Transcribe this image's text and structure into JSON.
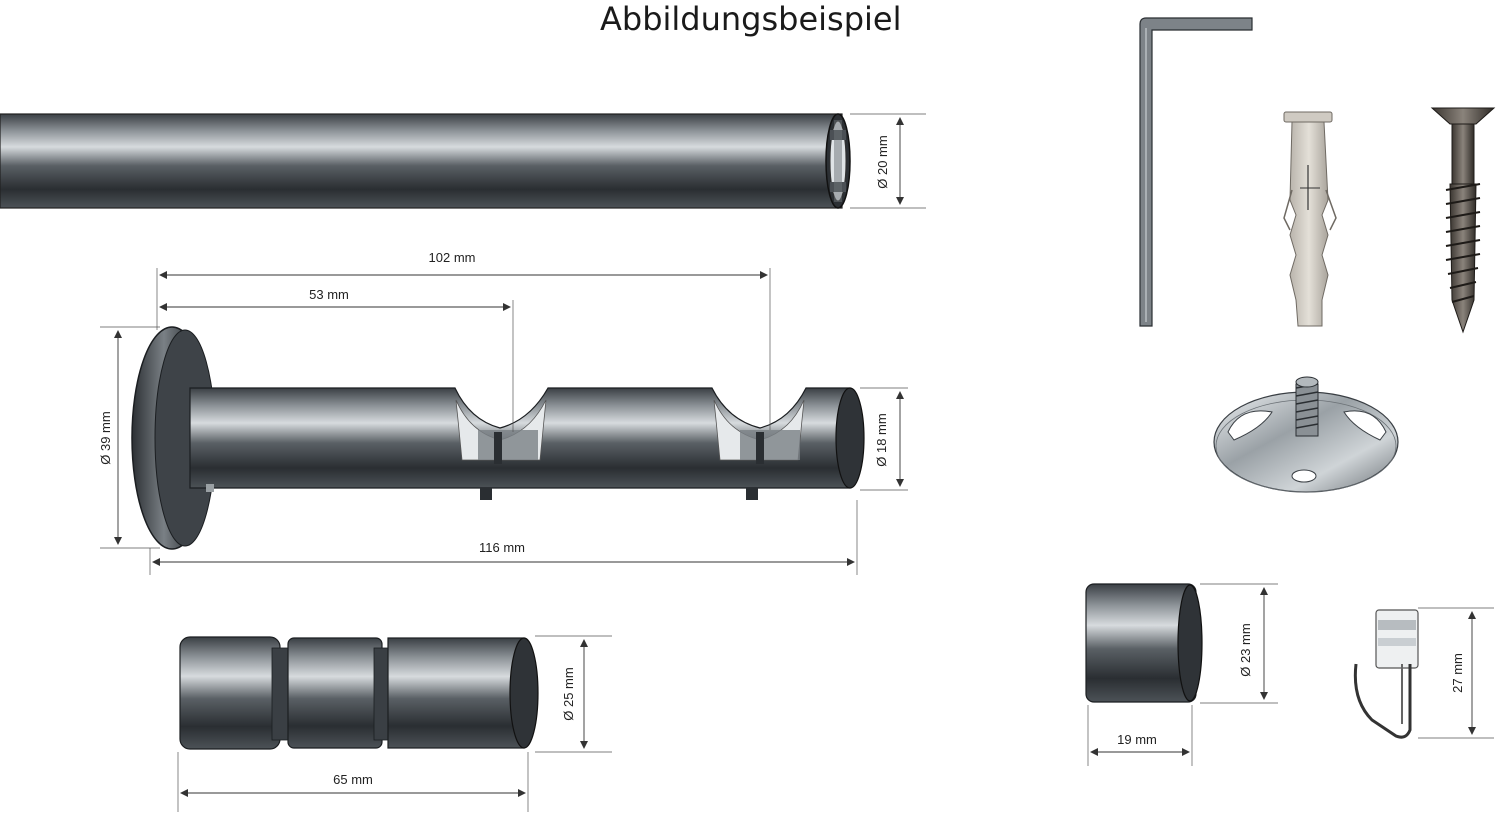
{
  "title": "Abbildungsbeispiel",
  "rod": {
    "diameter_label": "Ø 20 mm"
  },
  "bracket": {
    "length_102_label": "102 mm",
    "length_53_label": "53 mm",
    "plate_diameter_label": "Ø 39 mm",
    "tube_diameter_label": "Ø 18 mm",
    "length_116_label": "116 mm"
  },
  "finial": {
    "diameter_label": "Ø 25 mm",
    "length_label": "65 mm"
  },
  "endcap": {
    "diameter_label": "Ø 23 mm",
    "length_label": "19 mm"
  },
  "glider": {
    "height_label": "27 mm"
  },
  "colors": {
    "steel_dark": "#2b2f33",
    "steel_mid": "#6d7378",
    "steel_light": "#c9ced2"
  }
}
